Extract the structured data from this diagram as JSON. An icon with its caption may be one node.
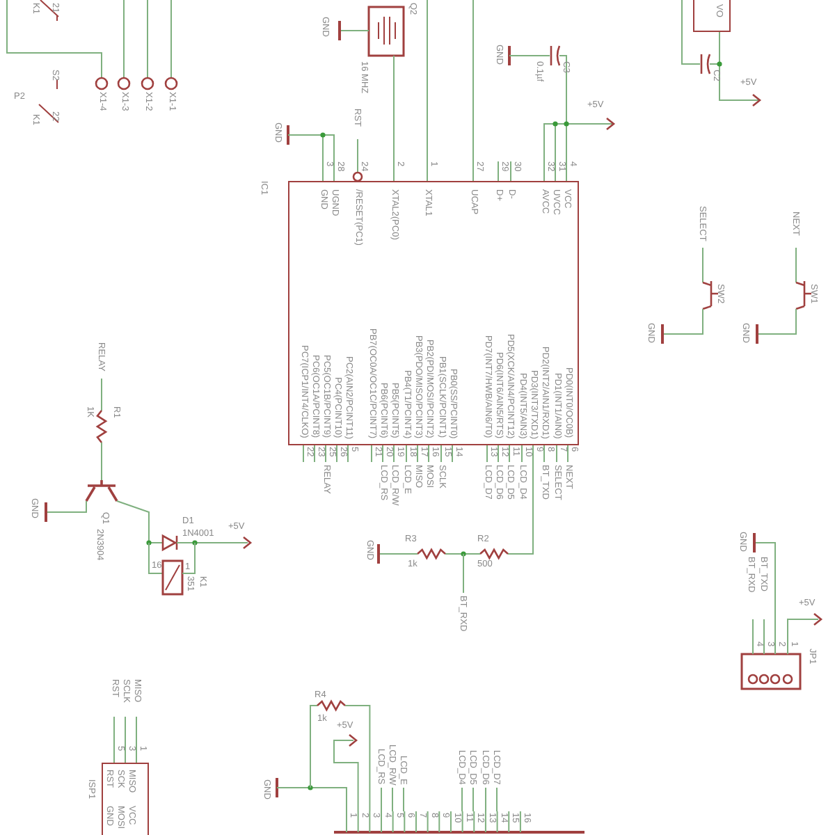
{
  "diagram": {
    "nodes": [
      {
        "text": [
          "GND",
          "UGND",
          "/RESET(PC1)",
          "XTAL2(PC0)",
          "XTAL1",
          "UCAP",
          "D+",
          "D-",
          "AVCC",
          "UVCC",
          "VCC",
          "PC7(ICP1/INT4/CLKO)",
          "PC6(OC1A/PCINT8)",
          "PC5(OC1B/PCINT9)",
          "PC4(PCINT10)",
          "PC2(AIN2/PCINT11)",
          "PB7(OC0A/OC1C/PCINT7)",
          "PB6(PCINT6)",
          "PB5(PCINT5)",
          "PB4(T1/PCINT4)",
          "PB3(PDO/MISO/PCINT3)",
          "PB2(PDI/MOSI/PCINT2)",
          "PB1(SCLK/PCINT1)",
          "PB0(SS/PCINT0)",
          "PD7(INT7/HWB/AIN6/T0)",
          "PD6(INT6/AIN5/RTS)",
          "PD5(XCK/AIN4/PCINT12)",
          "PD4(INT5/AIN3)",
          "PD3(INT3/TXD1)",
          "PD2(INT2/AIN1/RXD1)",
          "PD1(INT1/AIN0)",
          "PD0(INT0/OC0B)"
        ],
        "beside": [
          "IC1"
        ]
      },
      {
        "text": [
          "RST",
          "SCK",
          "MISO",
          "GND",
          "MOSI",
          "VCC"
        ],
        "beside": [
          "ISP1"
        ]
      },
      {
        "text": [
          "VO"
        ]
      }
    ],
    "labels": [
      "K1",
      "21",
      "P2",
      "S2",
      "K1",
      "22",
      "X1-4",
      "X1-3",
      "X1-2",
      "X1-1",
      "Q2",
      "GND",
      "16 MHZ",
      "GND",
      "RST",
      "C3",
      "0.1µf",
      "GND",
      "+5V",
      "C2",
      "+5V",
      "3",
      "28",
      "24",
      "2",
      "1",
      "27",
      "29",
      "30",
      "32",
      "31",
      "4",
      "22",
      "23",
      "25",
      "26",
      "5",
      "21",
      "20",
      "19",
      "18",
      "17",
      "16",
      "15",
      "14",
      "13",
      "12",
      "11",
      "10",
      "9",
      "8",
      "7",
      "6",
      "RELAY",
      "LCD_RS",
      "LCD_R/W",
      "LCD_E",
      "MISO",
      "MOSI",
      "SCLK",
      "LCD_D7",
      "LCD_D6",
      "LCD_D5",
      "LCD_D4",
      "BT_TXD",
      "SELECT",
      "NEXT",
      "GND",
      "R3",
      "1k",
      "R2",
      "500",
      "BT_RXD",
      "SELECT",
      "SW2",
      "GND",
      "NEXT",
      "SW1",
      "GND",
      "RELAY",
      "1K",
      "R1",
      "GND",
      "Q1",
      "2N3904",
      "D1",
      "1N4001",
      "+5V",
      "16",
      "1",
      "K1",
      "351",
      "GND",
      "BT_RXD",
      "BT_TXD",
      "+5V",
      "4",
      "3",
      "2",
      "1",
      "JP1",
      "RST",
      "SCLK",
      "MISO",
      "5",
      "3",
      "1",
      "R4",
      "1k",
      "+5V",
      "GND",
      "LCD_RS",
      "LCD_R/W",
      "LCD_E",
      "LCD_D4",
      "LCD_D5",
      "LCD_D6",
      "LCD_D7",
      "1",
      "2",
      "3",
      "4",
      "5",
      "6",
      "7",
      "8",
      "9",
      "10",
      "11",
      "12",
      "13",
      "14",
      "15",
      "16"
    ]
  }
}
